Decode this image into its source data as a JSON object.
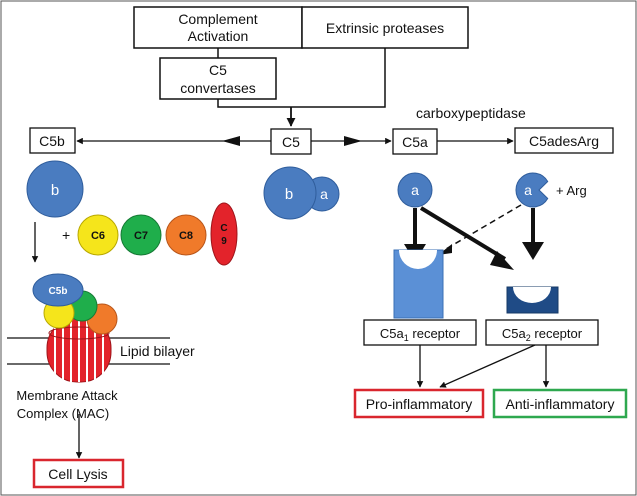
{
  "boxes": {
    "complement_activation": "Complement Activation",
    "complement_line1": "Complement",
    "complement_line2": "Activation",
    "extrinsic_proteases": "Extrinsic proteases",
    "c5_convertases_line1": "C5",
    "c5_convertases_line2": "convertases",
    "c5": "C5",
    "c5b": "C5b",
    "c5a": "C5a",
    "c5adesarg": "C5adesArg",
    "c5a1_receptor_pre": "C5a",
    "c5a1_receptor_sub": "1",
    "c5a1_receptor_post": " receptor",
    "c5a2_receptor_pre": "C5a",
    "c5a2_receptor_sub": "2",
    "c5a2_receptor_post": " receptor",
    "pro_inflammatory": "Pro-inflammatory",
    "anti_inflammatory": "Anti-inflammatory",
    "cell_lysis": "Cell Lysis"
  },
  "labels": {
    "carboxypeptidase": "carboxypeptidase",
    "plus_arg": "+ Arg",
    "plus": "+",
    "lipid_bilayer": "Lipid bilayer",
    "mac_line1": "Membrane Attack",
    "mac_line2": "Complex (MAC)"
  },
  "circles": {
    "b_single": "b",
    "c5_b": "b",
    "c5_a": "a",
    "a_single": "a",
    "a_desarg": "a",
    "c6": "C6",
    "c7": "C7",
    "c8": "C8",
    "c9_line1": "C",
    "c9_line2": "9",
    "mac_c5b": "C5b"
  },
  "colors": {
    "blue": "#4a7cc0",
    "blue_stroke": "#2f5d9c",
    "light_blue_receptor": "#5b90d6",
    "dark_blue_receptor": "#1f4b86",
    "yellow": "#f5e51b",
    "green": "#1fae4b",
    "orange": "#f07a2a",
    "red": "#e3232b",
    "red_border": "#d9262e",
    "green_border": "#2ea84f"
  }
}
